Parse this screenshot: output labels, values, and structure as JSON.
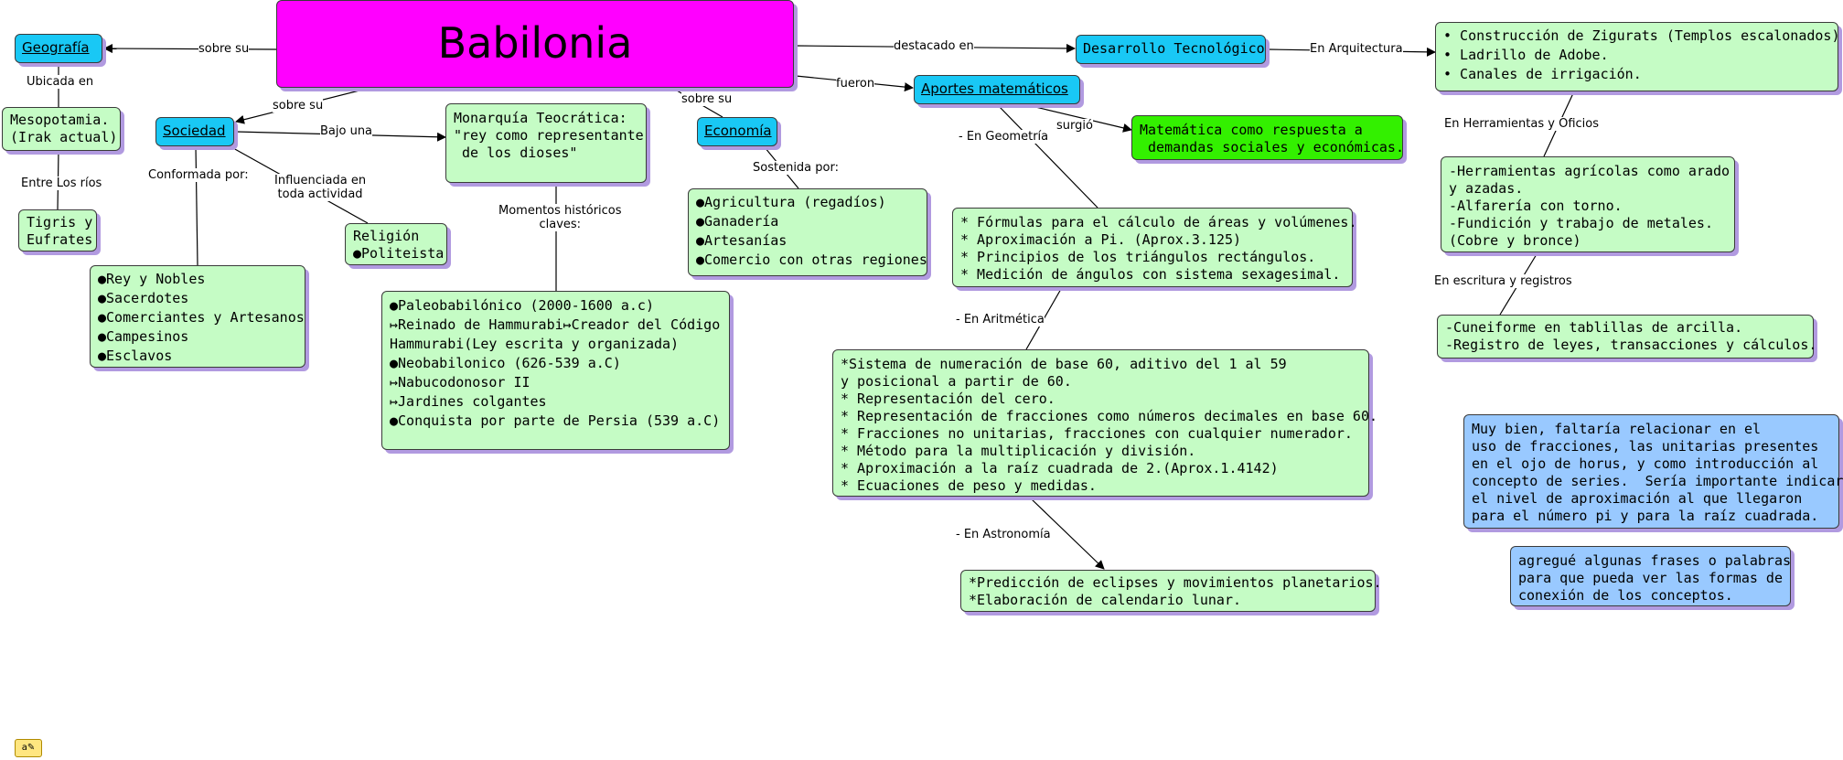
{
  "title": "Babilonia",
  "nodes": {
    "geografia": "Geografía",
    "mesopotamia": "Mesopotamia.\n(Irak actual)",
    "tigris": "Tigris y\nEufrates",
    "sociedad": "Sociedad",
    "clases": "●Rey y Nobles\n●Sacerdotes\n●Comerciantes y Artesanos\n●Campesinos\n●Esclavos",
    "monarquia": "Monarquía Teocrática:\n\"rey como representante\n de los dioses\"",
    "religion": "Religión\n●Politeista",
    "momentos": "●Paleobabilónico (2000-1600 a.c)\n↦Reinado de Hammurabi↦Creador del Código\nHammurabi(Ley escrita y organizada)\n●Neobabilonico (626-539 a.C)\n↦Nabucodonosor II\n↦Jardines colgantes\n●Conquista por parte de Persia (539 a.C)",
    "economia": "Economía",
    "actividades": "●Agricultura (regadíos)\n●Ganadería\n●Artesanías\n●Comercio con otras regiones",
    "aportes": "Aportes matemáticos",
    "respuesta": "Matemática como respuesta a\n demandas sociales y económicas.",
    "geometria": "* Fórmulas para el cálculo de áreas y volúmenes.\n* Aproximación a Pi. (Aprox.3.125)\n* Principios de los triángulos rectángulos.\n* Medición de ángulos con sistema sexagesimal.",
    "aritmetica": "*Sistema de numeración de base 60, aditivo del 1 al 59\ny posicional a partir de 60.\n* Representación del cero.\n* Representación de fracciones como números decimales en base 60.\n* Fracciones no unitarias, fracciones con cualquier numerador.\n* Método para la multiplicación y división.\n* Aproximación a la raíz cuadrada de 2.(Aprox.1.4142)\n* Ecuaciones de peso y medidas.",
    "astronomia": "*Predicción de eclipses y movimientos planetarios.\n*Elaboración de calendario lunar.",
    "desarrollo": "Desarrollo Tecnológico",
    "arquitectura": "• Construcción de Zigurats (Templos escalonados)\n• Ladrillo de Adobe.\n• Canales de irrigación.",
    "herramientas": "-Herramientas agrícolas como arado\ny azadas.\n-Alfarería con torno.\n-Fundición y trabajo de metales.\n(Cobre y bronce)",
    "escritura": "-Cuneiforme en tablillas de arcilla.\n-Registro de leyes, transacciones y cálculos.",
    "comentario1": "Muy bien, faltaría relacionar en el\nuso de fracciones, las unitarias presentes\nen el ojo de horus, y como introducción al\nconcepto de series.  Sería importante indicar\nel nivel de aproximación al que llegaron\npara el número pi y para la raíz cuadrada.",
    "comentario2": "agregué algunas frases o palabras\npara que pueda ver las formas de\nconexión de los conceptos."
  },
  "links": {
    "sobre_su_geo": "sobre su",
    "ubicada_en": "Ubicada en",
    "entre_los_rios": "Entre Los ríos",
    "sobre_su_soc": "sobre su",
    "bajo_una": "Bajo una",
    "conformada_por": "Conformada por:",
    "influenciada": "Influenciada en\ntoda actividad",
    "momentos": "Momentos históricos\nclaves:",
    "sobre_su_eco": "sobre su",
    "sostenida_por": "Sostenida por:",
    "fueron": "fueron",
    "surgio": "surgió",
    "en_geometria": "- En Geometría",
    "en_aritmetica": "- En Aritmética",
    "en_astronomia": "- En Astronomía",
    "destacado_en": "destacado en",
    "en_arquitectura": "En Arquitectura",
    "en_herramientas": "En Herramientas y Oficios",
    "en_escritura": "En escritura y registros"
  },
  "colors": {
    "concept_green": "#c5fcc5",
    "concept_cyan": "#19c8f5",
    "root_magenta": "#ff00ff",
    "highlight_green": "#33f000",
    "comment_blue": "#99c9ff",
    "shadow": "#b19ae0"
  },
  "icons": {
    "corner": "edit-icon"
  }
}
